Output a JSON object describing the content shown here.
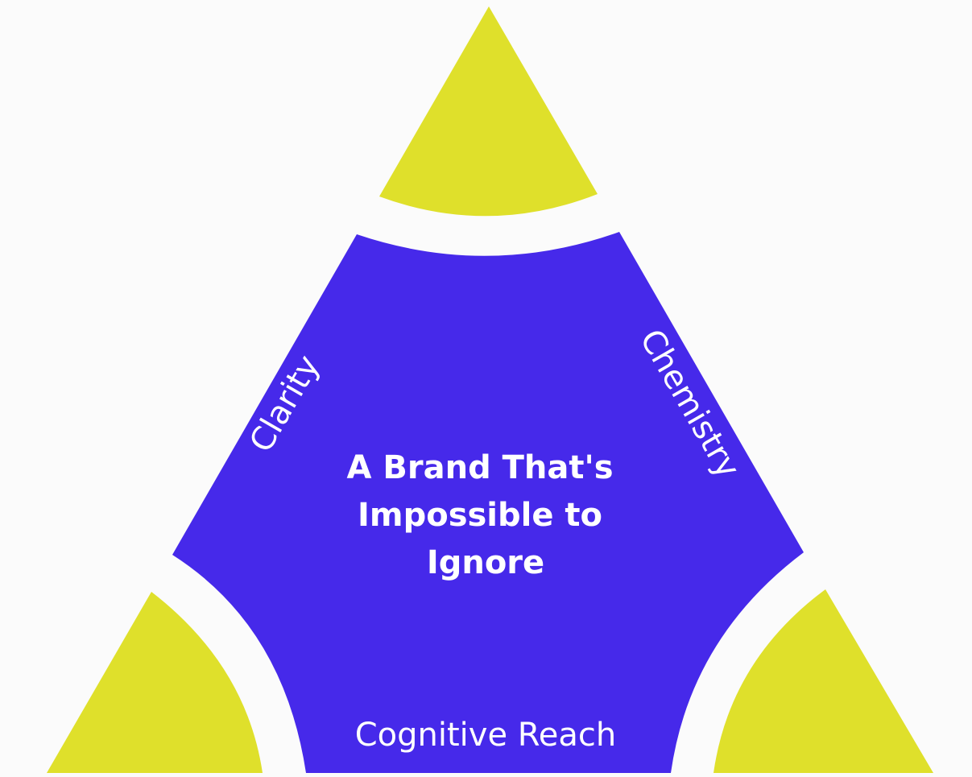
{
  "diagram": {
    "center_title": {
      "lines": [
        "A Brand That's",
        "Impossible to",
        "Ignore"
      ]
    },
    "labels": {
      "left": "Clarity",
      "right": "Chemistry",
      "bottom": "Cognitive Reach"
    },
    "colors": {
      "center": "#4629ea",
      "corners": "#dfe02b",
      "background": "#fbfbfb",
      "text": "#ffffff"
    }
  }
}
